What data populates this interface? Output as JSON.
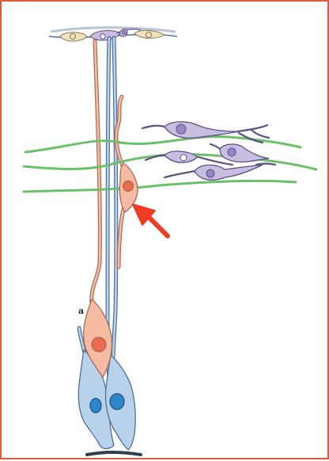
{
  "figure": {
    "panel_label": "a"
  },
  "colors": {
    "frame_border": "#e05a3f",
    "radial_glia": "#b9d2ec",
    "radial_glia_outline": "#4f6f9a",
    "radial_glia_nucleus": "#2f86c9",
    "migrating_neuron": "#f6bba3",
    "migrating_neuron_outline": "#a86a55",
    "migrating_neuron_nucleus": "#ec6a50",
    "interneuron": "#c9bde0",
    "interneuron_outline": "#5c4f86",
    "interneuron_nucleus": "#9a86c7",
    "axon_fibers": "#6dc06a",
    "pial_surface_cells": "#f1e2bf",
    "arrow": "#ee3b24",
    "ventricular_surface": "#2f3f52"
  },
  "elements": {
    "radial_glia_cells": 2,
    "migrating_neurons": 2,
    "interneurons": 4,
    "axon_fibers": 3,
    "arrow_icon": "red-arrow-icon"
  }
}
